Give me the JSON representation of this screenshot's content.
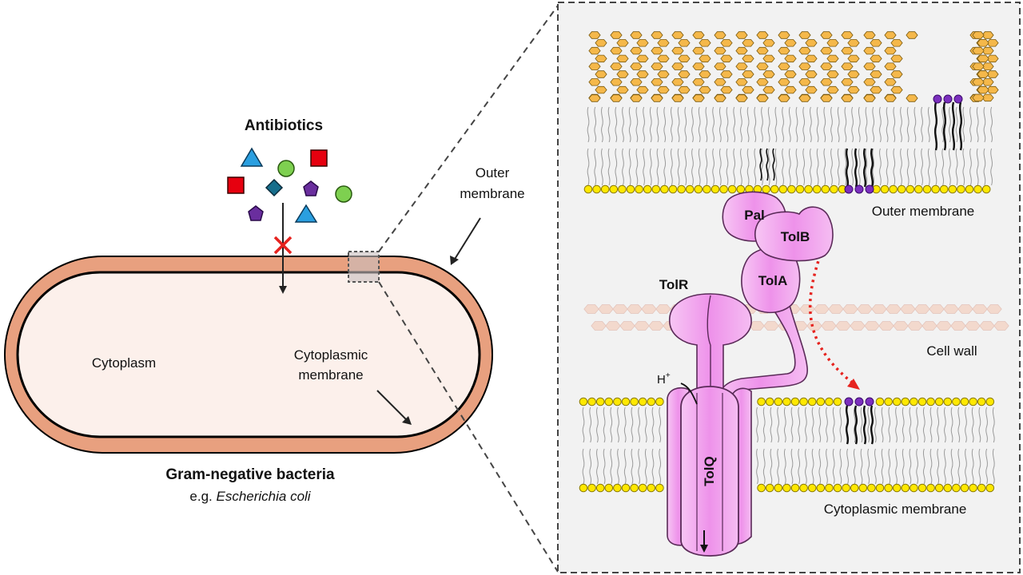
{
  "left": {
    "antibiotics_label": "Antibiotics",
    "outer_membrane_label_line1": "Outer",
    "outer_membrane_label_line2": "membrane",
    "cytoplasm_label": "Cytoplasm",
    "cytoplasmic_membrane_label_line1": "Cytoplasmic",
    "cytoplasmic_membrane_label_line2": "membrane",
    "title": "Gram-negative bacteria",
    "subtitle_prefix": "e.g. ",
    "subtitle_species": "Escherichia coli"
  },
  "right": {
    "outer_membrane_label": "Outer membrane",
    "cell_wall_label": "Cell wall",
    "cytoplasmic_membrane_label": "Cytoplasmic membrane",
    "proteins": {
      "pal": "Pal",
      "tolb": "TolB",
      "tola": "TolA",
      "tolr": "TolR",
      "tolq": "TolQ"
    },
    "proton": "H",
    "proton_charge": "+"
  },
  "colors": {
    "cell_wall_outer": "#E8A07F",
    "cell_wall_stroke": "#000000",
    "cytoplasm_fill": "#FCF0EB",
    "lps_sugar": "#F5B84A",
    "lps_stroke": "#7A5A10",
    "lipid_head": "#FFE800",
    "lipid_head_stroke": "#8A7A00",
    "phospholipid_purple": "#7B2FBE",
    "protein_fill": "#F2A8EE",
    "protein_stroke": "#5A2A58",
    "inset_background": "#F2F2F2",
    "block_x": "#E6231F",
    "red_dotted_arrow": "#E6231F",
    "triangle": "#2A9FE0",
    "square": "#E6000F",
    "circle": "#7ED050",
    "diamond": "#176E8C",
    "pentagon": "#6A2E9E"
  }
}
